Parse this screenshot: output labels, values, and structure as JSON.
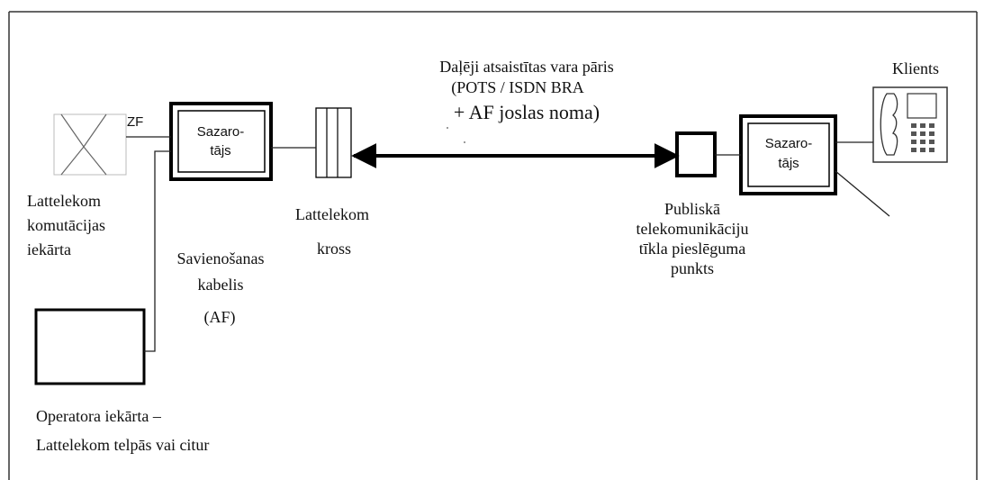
{
  "labels": {
    "link_line1": "Daļēji atsaistītas vara pāris",
    "link_line2": "(POTS / ISDN BRA",
    "link_line3": "+ AF joslas noma)",
    "client": "Klients",
    "zf": "ZF",
    "concentrator_left_line1": "Sazaro-",
    "concentrator_left_line2": "tājs",
    "concentrator_right_line1": "Sazaro-",
    "concentrator_right_line2": "tājs",
    "switch_line1": "Lattelekom",
    "switch_line2": "komutācijas",
    "switch_line3": "iekārta",
    "cross_line1": "Lattelekom",
    "cross_line2": "kross",
    "cable_line1": "Savienošanas",
    "cable_line2": "kabelis",
    "cable_line3": "(AF)",
    "ntp_line1": "Publiskā",
    "ntp_line2": "telekomunikāciju",
    "ntp_line3": "tīkla pieslēguma",
    "ntp_line4": "punkts",
    "operator_line1": "Operatora iekārta –",
    "operator_line2": "Lattelekom telpās vai citur"
  }
}
